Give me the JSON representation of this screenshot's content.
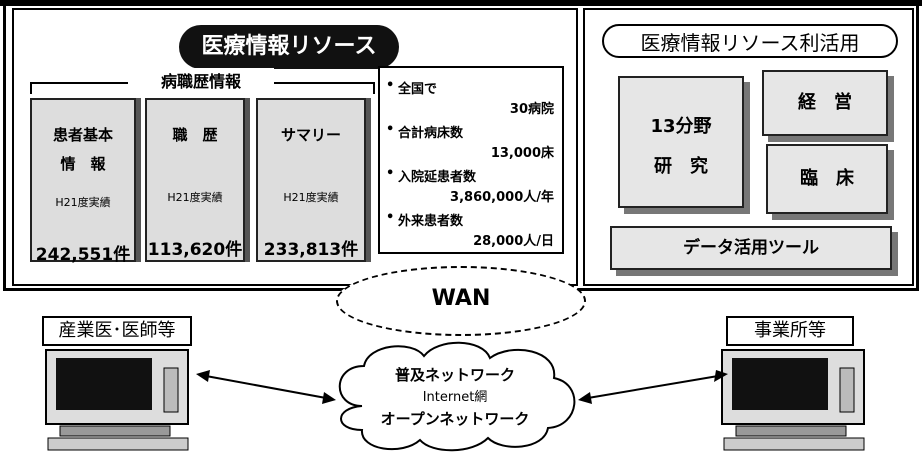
{
  "left_panel": {
    "title": "医療情報リソース",
    "bracket_label": "病職歴情報",
    "books": [
      {
        "title1": "患者基本",
        "title2": "情　報",
        "sub": "H21度実績",
        "count": "242,551件"
      },
      {
        "title1": "職　歴",
        "title2": "",
        "sub": "H21度実績",
        "count": "113,620件"
      },
      {
        "title1": "サマリー",
        "title2": "",
        "sub": "H21度実績",
        "count": "233,813件"
      }
    ],
    "stats": [
      {
        "label": "全国で",
        "value": "30病院"
      },
      {
        "label": "合計病床数",
        "value": "13,000床"
      },
      {
        "label": "入院延患者数",
        "value": "3,860,000人/年"
      },
      {
        "label": "外来患者数",
        "value": "28,000人/日"
      }
    ]
  },
  "right_panel": {
    "title": "医療情報リソース利活用",
    "research_line1": "13分野",
    "research_line2": "研　究",
    "management": "経　営",
    "clinical": "臨　床",
    "tool": "データ活用ツール"
  },
  "wan": "WAN",
  "left_site": "産業医･医師等",
  "right_site": "事業所等",
  "cloud": {
    "line1": "普及ネットワーク",
    "line2": "Internet網",
    "line3": "オープンネットワーク"
  }
}
